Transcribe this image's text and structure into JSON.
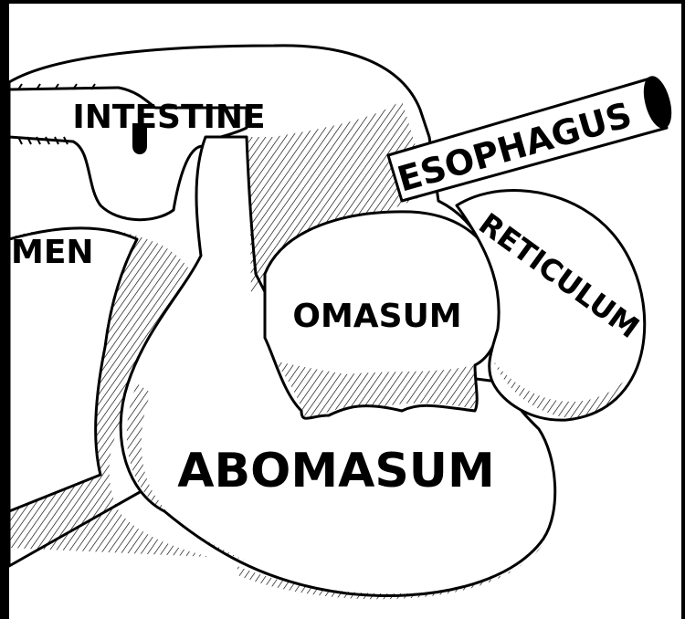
{
  "labels": {
    "intestine": "INTESTINE",
    "esophagus": "ESOPHAGUS",
    "rumen_partial": "MEN",
    "reticulum": "RETICULUM",
    "omasum": "OMASUM",
    "abomasum": "ABOMASUM"
  },
  "colors": {
    "ink": "#000000",
    "paper": "#ffffff",
    "frame": "#000000"
  }
}
